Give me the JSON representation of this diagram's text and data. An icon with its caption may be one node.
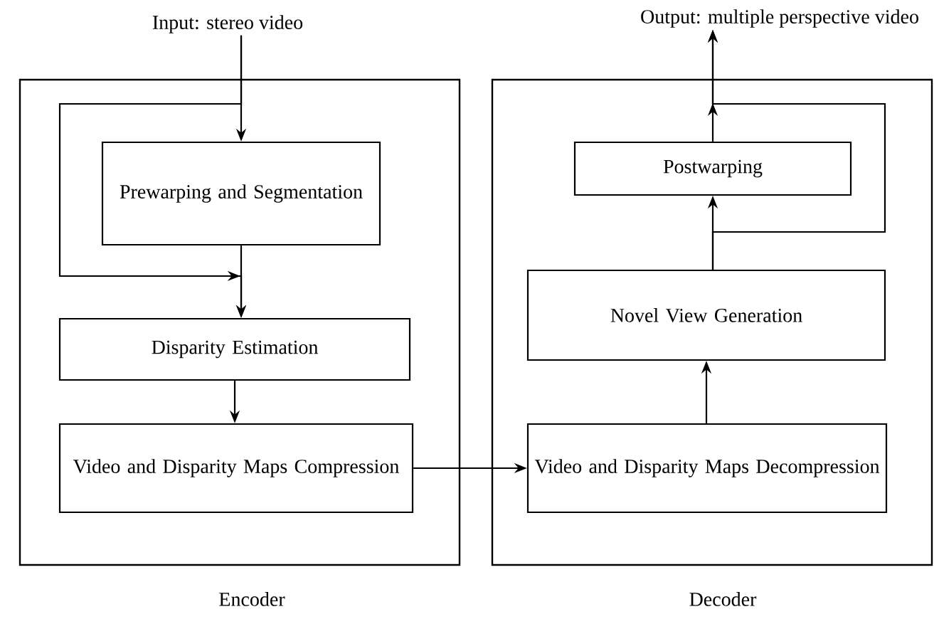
{
  "diagram": {
    "nodes": [
      {
        "text": [
          "Input: stereo video"
        ]
      },
      {
        "text": [
          "Output: multiple perspective video"
        ]
      },
      {
        "text": [
          "Encoder"
        ]
      },
      {
        "text": [
          "Prewarping and Segmentation"
        ],
        "in": 2
      },
      {
        "text": [
          "Disparity Estimation"
        ],
        "in": 2
      },
      {
        "text": [
          "Video and Disparity Maps Compression"
        ],
        "in": 2
      },
      {
        "text": [
          "Decoder"
        ]
      },
      {
        "text": [
          "Postwarping"
        ],
        "in": 6
      },
      {
        "text": [
          "Novel View Generation"
        ],
        "in": 6
      },
      {
        "text": [
          "Video and Disparity Maps Decompression"
        ],
        "in": 6
      }
    ],
    "edges": [
      {
        "from": 0,
        "to": 3,
        "arrow": "to"
      },
      {
        "from": 0,
        "to": 4,
        "arrow": "to"
      },
      {
        "from": 3,
        "to": 4,
        "arrow": "to"
      },
      {
        "from": 4,
        "to": 5,
        "arrow": "to"
      },
      {
        "from": 5,
        "to": 9,
        "arrow": "to"
      },
      {
        "from": 9,
        "to": 8,
        "arrow": "to"
      },
      {
        "from": 8,
        "to": 7,
        "arrow": "to"
      },
      {
        "from": 7,
        "to": 1,
        "arrow": "to"
      },
      {
        "from": 8,
        "to": 1,
        "arrow": "to"
      }
    ]
  }
}
